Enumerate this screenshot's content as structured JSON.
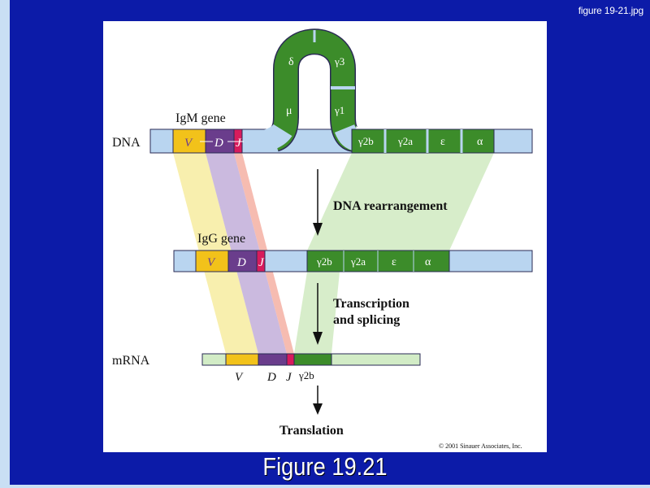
{
  "file_label": "figure 19-21.jpg",
  "figure_caption": "Figure 19.21",
  "copyright": "© 2001 Sinauer Associates, Inc.",
  "labels": {
    "dna": "DNA",
    "igm_gene": "IgM gene",
    "igg_gene": "IgG gene",
    "mrna": "mRNA",
    "rearrangement": "DNA rearrangement",
    "transcription_1": "Transcription",
    "transcription_2": "and splicing",
    "translation": "Translation"
  },
  "segments": {
    "v": "V",
    "d": "D",
    "j": "J",
    "delta": "δ",
    "mu": "μ",
    "gamma3": "γ3",
    "gamma1": "γ1",
    "gamma2b": "γ2b",
    "gamma2a": "γ2a",
    "epsilon": "ε",
    "alpha": "α"
  },
  "colors": {
    "background": "#0c1ba8",
    "dna_strand": "#b9d5f0",
    "constant_region": "#3c8c2a",
    "v_segment": "#f2c21a",
    "d_segment": "#6a3d8c",
    "j_segment": "#d81b5c",
    "mrna_strand": "#d2ecc6"
  }
}
